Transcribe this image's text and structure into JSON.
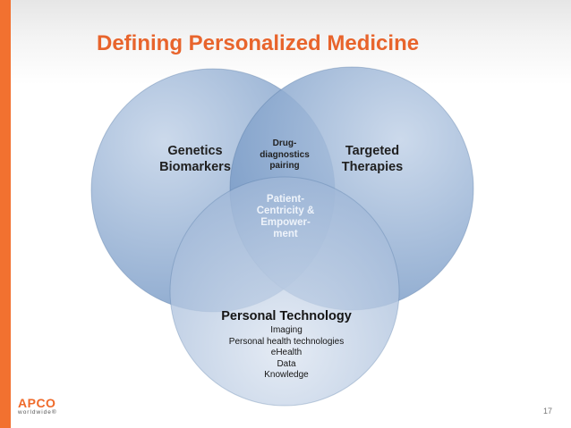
{
  "title": "Defining Personalized Medicine",
  "venn": {
    "left_label": [
      "Genetics",
      "Biomarkers"
    ],
    "right_label": [
      "Targeted",
      "Therapies"
    ],
    "top_overlap_label": [
      "Drug-",
      "diagnostics",
      "pairing"
    ],
    "center_label": [
      "Patient-",
      "Centricity &",
      "Empower-",
      "ment"
    ],
    "bottom_title": "Personal Technology",
    "bottom_items": [
      "Imaging",
      "Personal health technologies",
      "eHealth",
      "Data",
      "Knowledge"
    ],
    "colors": {
      "circle_fill": "#8aa8cf",
      "circle_edge": "#4a6f9e",
      "accent": "#f27130",
      "title": "#e8642c"
    }
  },
  "footer": {
    "logo_name": "APCO",
    "logo_sub": "worldwide®",
    "page_number": "17"
  }
}
